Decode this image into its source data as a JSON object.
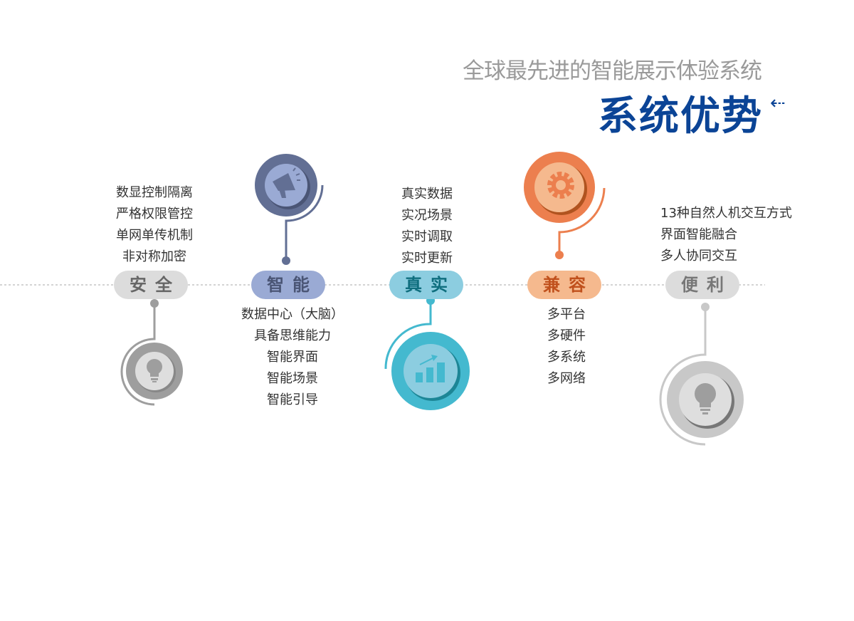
{
  "header": {
    "subtitle": "全球最先进的智能展示体验系统",
    "title": "系统优势",
    "arrow": "⇠"
  },
  "items": [
    {
      "label": "安全",
      "color": "#9e9e9e",
      "pill": "#dcdcdc",
      "text": "#666666",
      "icon": "lightbulb-icon",
      "lines": [
        "数显控制隔离",
        "严格权限管控",
        "单网单传机制",
        "非对称加密"
      ]
    },
    {
      "label": "智能",
      "color": "#626f94",
      "pill": "#9aaad4",
      "text": "#4a5575",
      "icon": "megaphone-icon",
      "lines": [
        "数据中心（大脑）",
        "具备思维能力",
        "智能界面",
        "智能场景",
        "智能引导"
      ]
    },
    {
      "label": "真实",
      "color": "#44b9cf",
      "pill": "#8ccde0",
      "text": "#0f6e7e",
      "icon": "bar-chart-icon",
      "lines": [
        "真实数据",
        "实况场景",
        "实时调取",
        "实时更新"
      ]
    },
    {
      "label": "兼容",
      "color": "#ec7f4e",
      "pill": "#f5b98e",
      "text": "#c0501c",
      "icon": "gear-icon",
      "lines": [
        "多平台",
        "多硬件",
        "多系统",
        "多网络"
      ]
    },
    {
      "label": "便利",
      "color": "#c8c8c8",
      "pill": "#dcdcdc",
      "text": "#777777",
      "icon": "lightbulb-icon",
      "lines": [
        "13种自然人机交互方式",
        "界面智能融合",
        "多人协同交互"
      ]
    }
  ]
}
